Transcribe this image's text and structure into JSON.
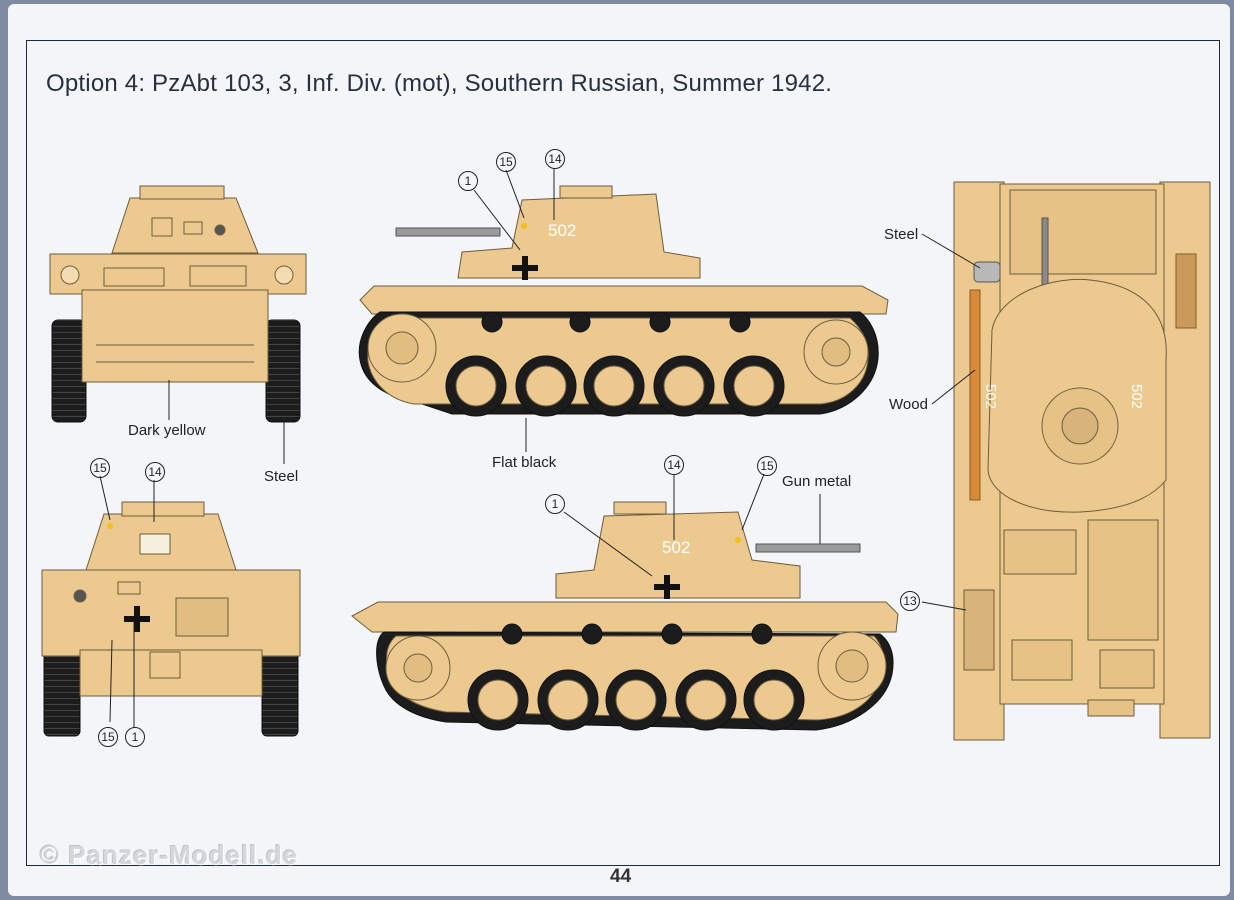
{
  "title": "Option 4: PzAbt 103, 3, Inf. Div. (mot), Southern Russian, Summer 1942.",
  "page_number": "44",
  "watermark": "© Panzer-Modell.de",
  "labels": {
    "dark_yellow": "Dark yellow",
    "steel_front": "Steel",
    "flat_black": "Flat black",
    "gun_metal": "Gun metal",
    "steel_top": "Steel",
    "wood": "Wood"
  },
  "hull_number": "502",
  "callouts": {
    "side_top_1": "1",
    "side_top_15": "15",
    "side_top_14": "14",
    "rear_15": "15",
    "rear_14": "14",
    "rear_15b": "15",
    "rear_1": "1",
    "side_bot_1": "1",
    "side_bot_14": "14",
    "side_bot_15": "15",
    "top_13": "13"
  },
  "colors": {
    "dark_yellow": "#ecc98f",
    "outline": "#6e5c3e",
    "track": "#1c1c1c",
    "frame": "#1e2a3c"
  }
}
